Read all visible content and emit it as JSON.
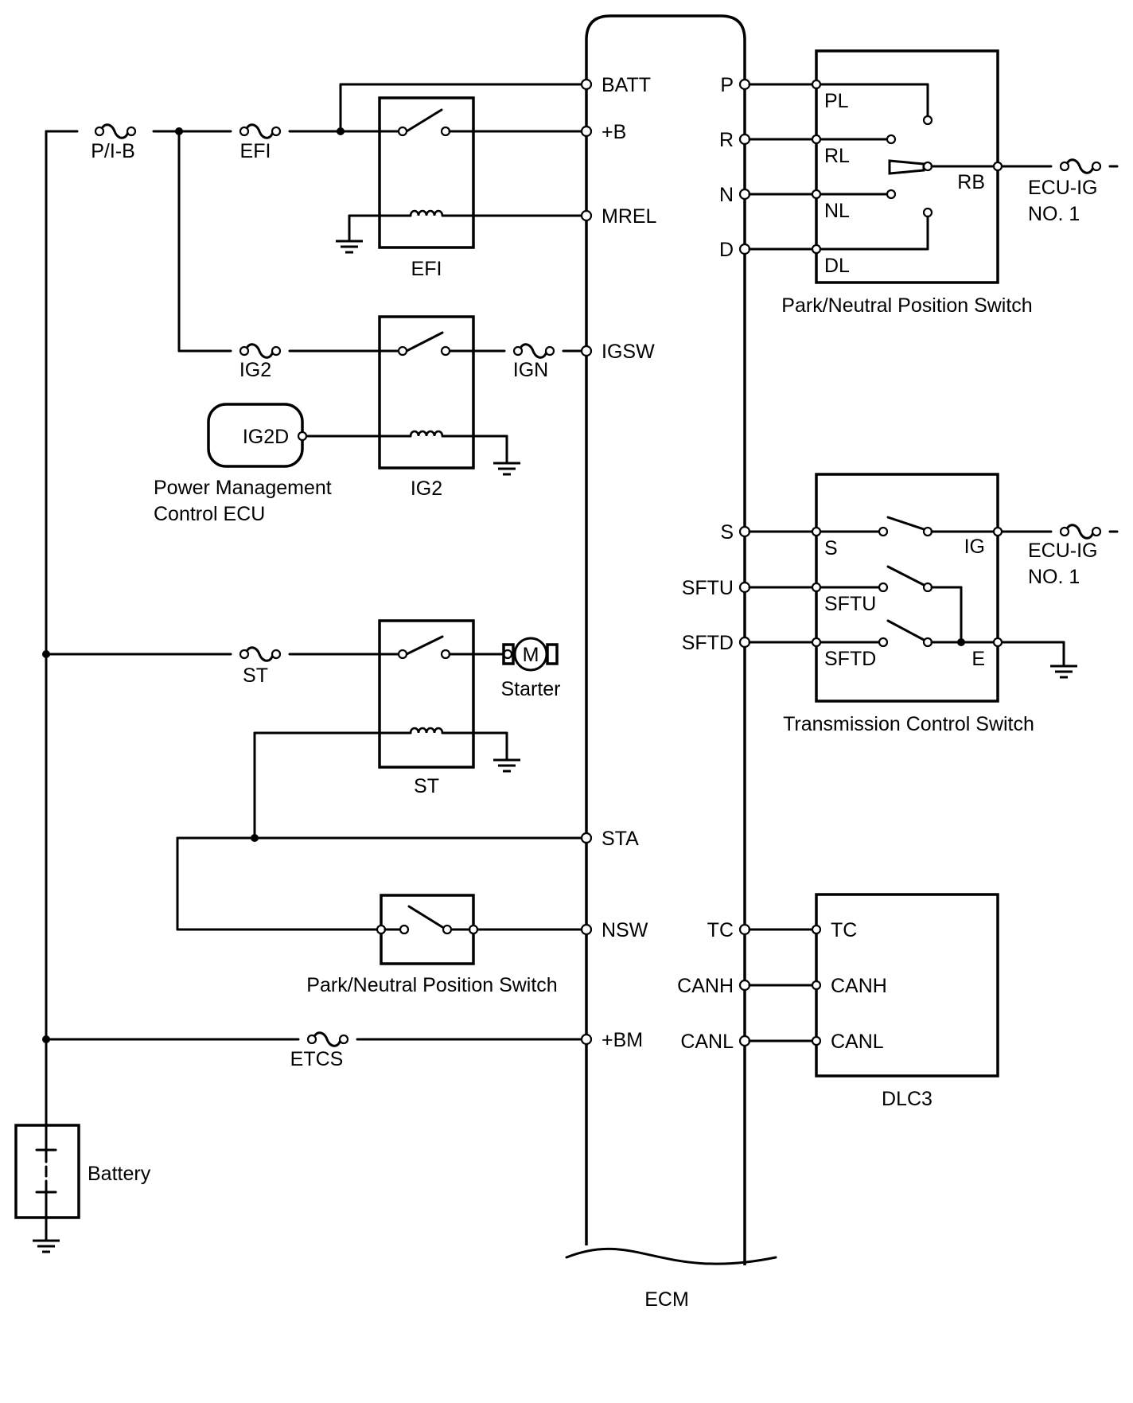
{
  "ecm": {
    "name": "ECM",
    "left_pins": [
      "BATT",
      "+B",
      "MREL",
      "IGSW",
      "STA",
      "NSW",
      "+BM"
    ],
    "right_pins": [
      "P",
      "R",
      "N",
      "D",
      "S",
      "SFTU",
      "SFTD",
      "TC",
      "CANH",
      "CANL"
    ]
  },
  "fuses": {
    "pib": "P/I-B",
    "efi": "EFI",
    "ig2": "IG2",
    "ign": "IGN",
    "st": "ST",
    "etcs": "ETCS",
    "ecu_ig_1": [
      "ECU-IG",
      "NO. 1"
    ],
    "ecu_ig_2": [
      "ECU-IG",
      "NO. 1"
    ]
  },
  "relays": {
    "efi": "EFI",
    "ig2": "IG2",
    "st": "ST"
  },
  "components": {
    "pmc_pin": "IG2D",
    "pmc_name": [
      "Power Management",
      "Control ECU"
    ],
    "starter": "Starter",
    "motor_letter": "M",
    "pnp_lower": "Park/Neutral Position Switch",
    "battery": "Battery"
  },
  "pnp_switch": {
    "name": "Park/Neutral Position Switch",
    "terminals": [
      "PL",
      "RL",
      "NL",
      "DL"
    ],
    "rb": "RB"
  },
  "tcs": {
    "name": "Transmission Control Switch",
    "terminals": [
      "S",
      "SFTU",
      "SFTD"
    ],
    "ig": "IG",
    "e": "E"
  },
  "dlc3": {
    "name": "DLC3",
    "terminals": [
      "TC",
      "CANH",
      "CANL"
    ]
  }
}
